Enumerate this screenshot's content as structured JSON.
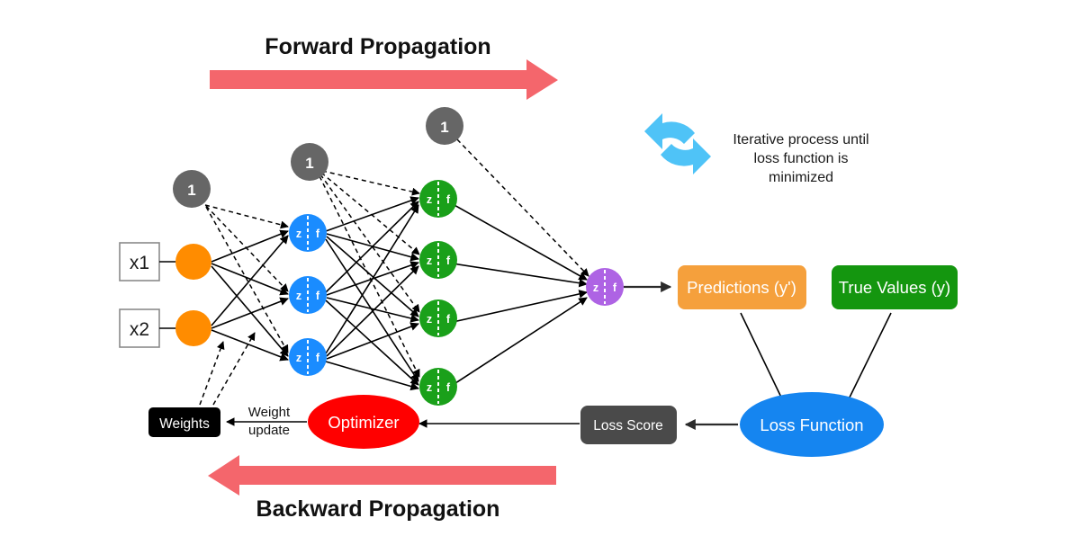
{
  "headers": {
    "forward": "Forward Propagation",
    "backward": "Backward Propagation"
  },
  "note": {
    "line1": "Iterative process until",
    "line2": "loss function is",
    "line3": "minimized",
    "icon": "refresh-cycle-icon"
  },
  "inputs": [
    {
      "label": "x1"
    },
    {
      "label": "x2"
    }
  ],
  "bias_nodes": [
    {
      "label": "1"
    },
    {
      "label": "1"
    },
    {
      "label": "1"
    }
  ],
  "neuron": {
    "left_label": "z",
    "right_label": "f"
  },
  "layers": {
    "input_count": 2,
    "hidden1_count": 3,
    "hidden2_count": 4,
    "output_count": 1
  },
  "boxes": {
    "predictions": "Predictions (y')",
    "true_values": "True Values (y)",
    "loss_score": "Loss Score",
    "weights": "Weights"
  },
  "ellipses": {
    "loss_function": "Loss Function",
    "optimizer": "Optimizer"
  },
  "edge_labels": {
    "weight_update_line1": "Weight",
    "weight_update_line2": "update"
  },
  "colors": {
    "arrow_red": "#F4666C",
    "input_orange": "#FF8C00",
    "hidden_blue": "#1A8CFF",
    "hidden_green": "#1AA01A",
    "output_purple": "#AE63E4",
    "bias_gray": "#666666",
    "predictions_orange": "#F5A03C",
    "true_values_green": "#14960F",
    "loss_score_gray": "#4A4A4A",
    "weights_black": "#000000",
    "loss_function_blue": "#1585F0",
    "optimizer_red": "#FF0000",
    "cycle_icon_blue": "#4FC3F7"
  }
}
